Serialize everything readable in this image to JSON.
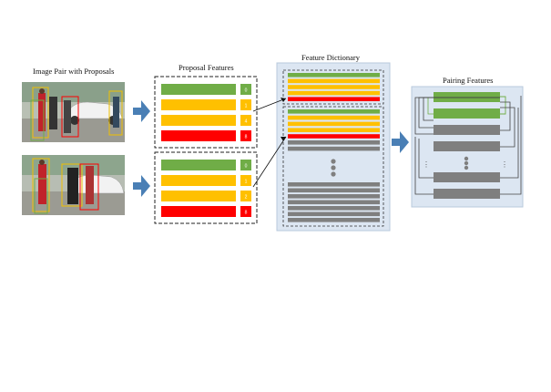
{
  "labels": {
    "image_pair": "Image Pair with Proposals",
    "proposal_features": "Proposal Features",
    "feature_dictionary": "Feature Dictionary",
    "pairing_features": "Pairing Features"
  },
  "colors": {
    "green": "#70ad47",
    "orange": "#ffc000",
    "red": "#ff0000",
    "gray": "#7f7f7f",
    "arrow": "#4a7fb5",
    "panel": "#dce6f2"
  },
  "proposal_top": [
    {
      "color": "green",
      "id": "0"
    },
    {
      "color": "orange",
      "id": "1"
    },
    {
      "color": "orange",
      "id": "4"
    },
    {
      "color": "red",
      "id": "8"
    }
  ],
  "proposal_bottom": [
    {
      "color": "green",
      "id": "0"
    },
    {
      "color": "orange",
      "id": "1"
    },
    {
      "color": "orange",
      "id": "2"
    },
    {
      "color": "red",
      "id": "8"
    }
  ]
}
